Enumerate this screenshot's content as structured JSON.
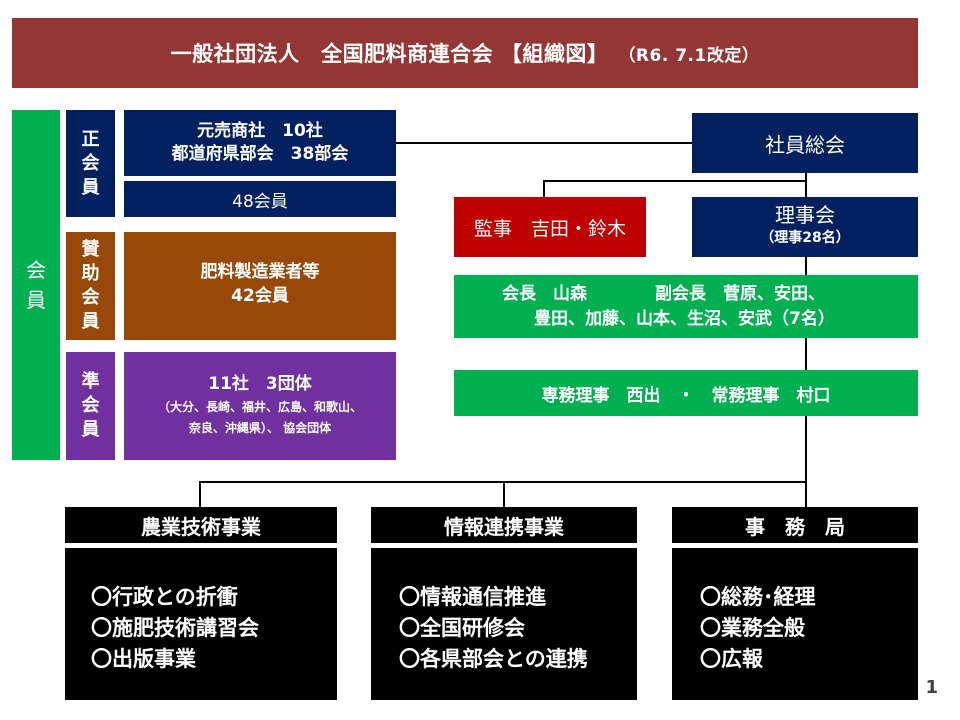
{
  "title": {
    "main": "一般社団法人　全国肥料商連合会 【組織図】",
    "revision": "（R6. 7.1改定）"
  },
  "members": {
    "label_chars": [
      "会",
      "員"
    ],
    "regular": {
      "label_chars": [
        "正",
        "会",
        "員"
      ],
      "line1": "元売商社　10社",
      "line2": "都道府県部会　38部会",
      "count": "48会員"
    },
    "supporting": {
      "label_chars": [
        "賛",
        "助",
        "会",
        "員"
      ],
      "line1": "肥料製造業者等",
      "line2": "42会員"
    },
    "associate": {
      "label_chars": [
        "準",
        "会",
        "員"
      ],
      "line1": "11社　3団体",
      "line2": "（大分、長崎、福井、広島、和歌山、",
      "line3": "奈良、沖縄県）、 協会団体"
    }
  },
  "governance": {
    "general_meeting": "社員総会",
    "auditor": "監事　吉田・鈴木",
    "board": "理事会",
    "board_sub": "（理事28名）",
    "executives_line1": "会長　山森　　　　副会長　菅原、安田、",
    "executives_line2": "豊田、加藤、山本、生沼、安武（7名）",
    "directors": "専務理事　西出　・　常務理事　村口"
  },
  "divisions": [
    {
      "header": "農業技術事業",
      "items": [
        "〇行政との折衝",
        "〇施肥技術講習会",
        "〇出版事業"
      ]
    },
    {
      "header": "情報連携事業",
      "items": [
        "〇情報通信推進",
        "〇全国研修会",
        "〇各県部会との連携"
      ]
    },
    {
      "header": "事　務　局",
      "items": [
        "〇総務･経理",
        "〇業務全般",
        "〇広報"
      ]
    }
  ],
  "page_number": "1"
}
